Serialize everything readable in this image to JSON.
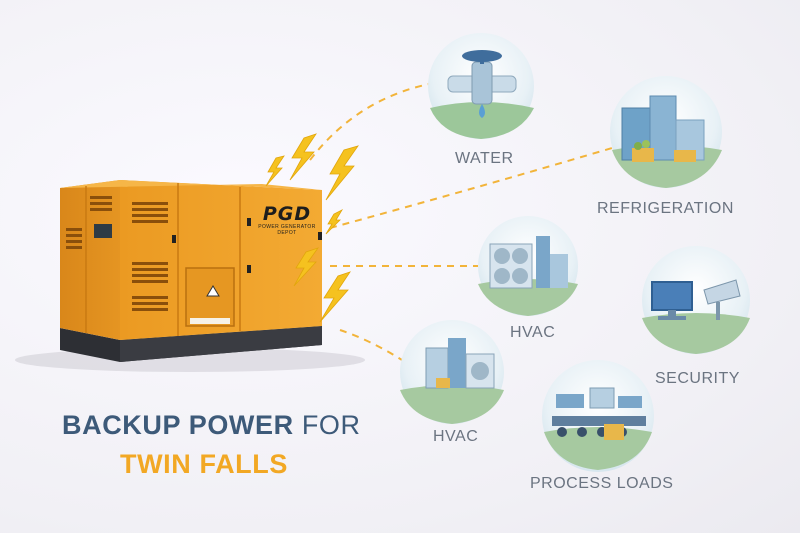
{
  "headline": {
    "primary": "BACKUP POWER",
    "secondary": "FOR",
    "location": "TWIN FALLS"
  },
  "generator": {
    "logo_text": "PGD",
    "logo_tagline": "POWER GENERATOR DEPOT"
  },
  "applications": [
    {
      "label": "WATER",
      "icon": "water-valve-icon"
    },
    {
      "label": "REFRIGERATION",
      "icon": "refrigeration-icon"
    },
    {
      "label": "HVAC",
      "icon": "hvac-unit-icon"
    },
    {
      "label": "SECURITY",
      "icon": "security-camera-icon"
    },
    {
      "label": "HVAC",
      "icon": "hvac-rooftop-icon"
    },
    {
      "label": "PROCESS LOADS",
      "icon": "process-loads-icon"
    }
  ],
  "colors": {
    "generator_orange": "#f0a12c",
    "generator_base": "#2d2f34",
    "headline_blue": "#3d5a79",
    "headline_accent": "#f2a824",
    "connector_dash": "#f2b43a",
    "lightning": "#f5c21f",
    "label_gray": "#6b7481"
  }
}
